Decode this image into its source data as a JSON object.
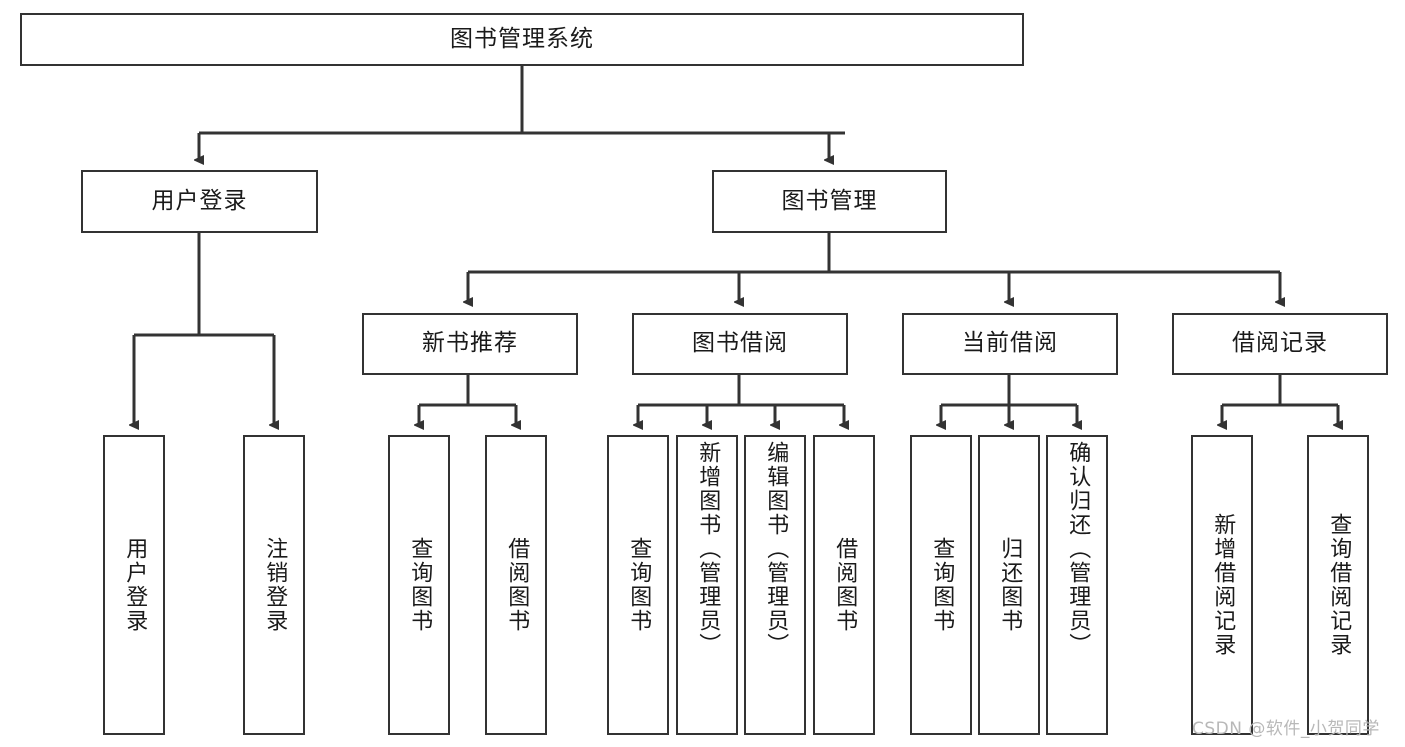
{
  "diagram": {
    "type": "tree",
    "title": "图书管理系统",
    "root": {
      "label": "图书管理系统"
    },
    "level2": [
      {
        "id": "user-login",
        "label": "用户登录"
      },
      {
        "id": "book-management",
        "label": "图书管理"
      }
    ],
    "level3": [
      {
        "id": "new-book-recommend",
        "label": "新书推荐",
        "parent": "book-management"
      },
      {
        "id": "book-borrow",
        "label": "图书借阅",
        "parent": "book-management"
      },
      {
        "id": "current-borrow",
        "label": "当前借阅",
        "parent": "book-management"
      },
      {
        "id": "borrow-record",
        "label": "借阅记录",
        "parent": "book-management"
      }
    ],
    "leaves": {
      "user-login": [
        {
          "id": "leaf-user-login",
          "label": "用户登录"
        },
        {
          "id": "leaf-user-logout",
          "label": "注销登录"
        }
      ],
      "new-book-recommend": [
        {
          "id": "leaf-query-book-1",
          "label": "查询图书"
        },
        {
          "id": "leaf-borrow-book-1",
          "label": "借阅图书"
        }
      ],
      "book-borrow": [
        {
          "id": "leaf-query-book-2",
          "label": "查询图书"
        },
        {
          "id": "leaf-add-book",
          "label": "新增图书（管理员）"
        },
        {
          "id": "leaf-edit-book",
          "label": "编辑图书（管理员）"
        },
        {
          "id": "leaf-borrow-book-2",
          "label": "借阅图书"
        }
      ],
      "current-borrow": [
        {
          "id": "leaf-query-book-3",
          "label": "查询图书"
        },
        {
          "id": "leaf-return-book",
          "label": "归还图书"
        },
        {
          "id": "leaf-confirm-return",
          "label": "确认归还（管理员）"
        }
      ],
      "borrow-record": [
        {
          "id": "leaf-add-record",
          "label": "新增借阅记录"
        },
        {
          "id": "leaf-query-record",
          "label": "查询借阅记录"
        }
      ]
    },
    "watermark": "CSDN @软件_小贺同学",
    "colors": {
      "stroke": "#333333",
      "text": "#1a1a1a",
      "background": "#ffffff",
      "watermark": "#b8b8b8"
    }
  }
}
